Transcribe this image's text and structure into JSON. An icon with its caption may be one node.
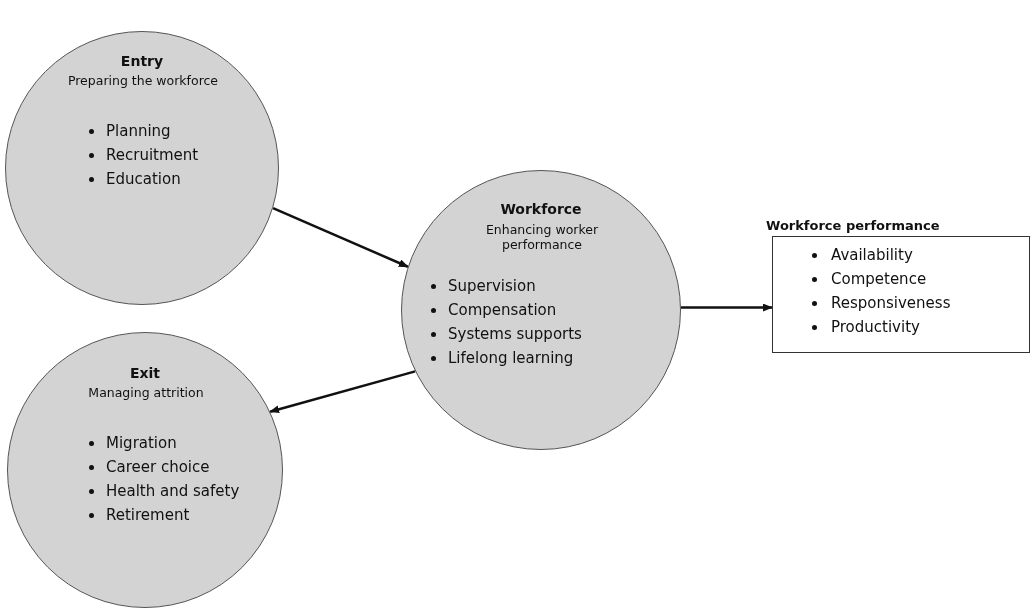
{
  "diagram": {
    "nodes": [
      {
        "text": [
          "Entry",
          "Preparing the workforce",
          "Planning",
          "Recruitment",
          "Education"
        ]
      },
      {
        "text": [
          "Workforce",
          "Enhancing worker performance",
          "Supervision",
          "Compensation",
          "Systems supports",
          "Lifelong learning"
        ]
      },
      {
        "text": [
          "Workforce performance",
          "Availability",
          "Competence",
          "Responsiveness",
          "Productivity"
        ]
      },
      {
        "text": [
          "Exit",
          "Managing attrition",
          "Migration",
          "Career choice",
          "Health and safety",
          "Retirement"
        ]
      }
    ],
    "edges": [
      {
        "from": 0,
        "to": 1,
        "arrow": "to"
      },
      {
        "from": 1,
        "to": 2,
        "arrow": "to"
      },
      {
        "from": 1,
        "to": 3,
        "arrow": "to"
      }
    ]
  }
}
